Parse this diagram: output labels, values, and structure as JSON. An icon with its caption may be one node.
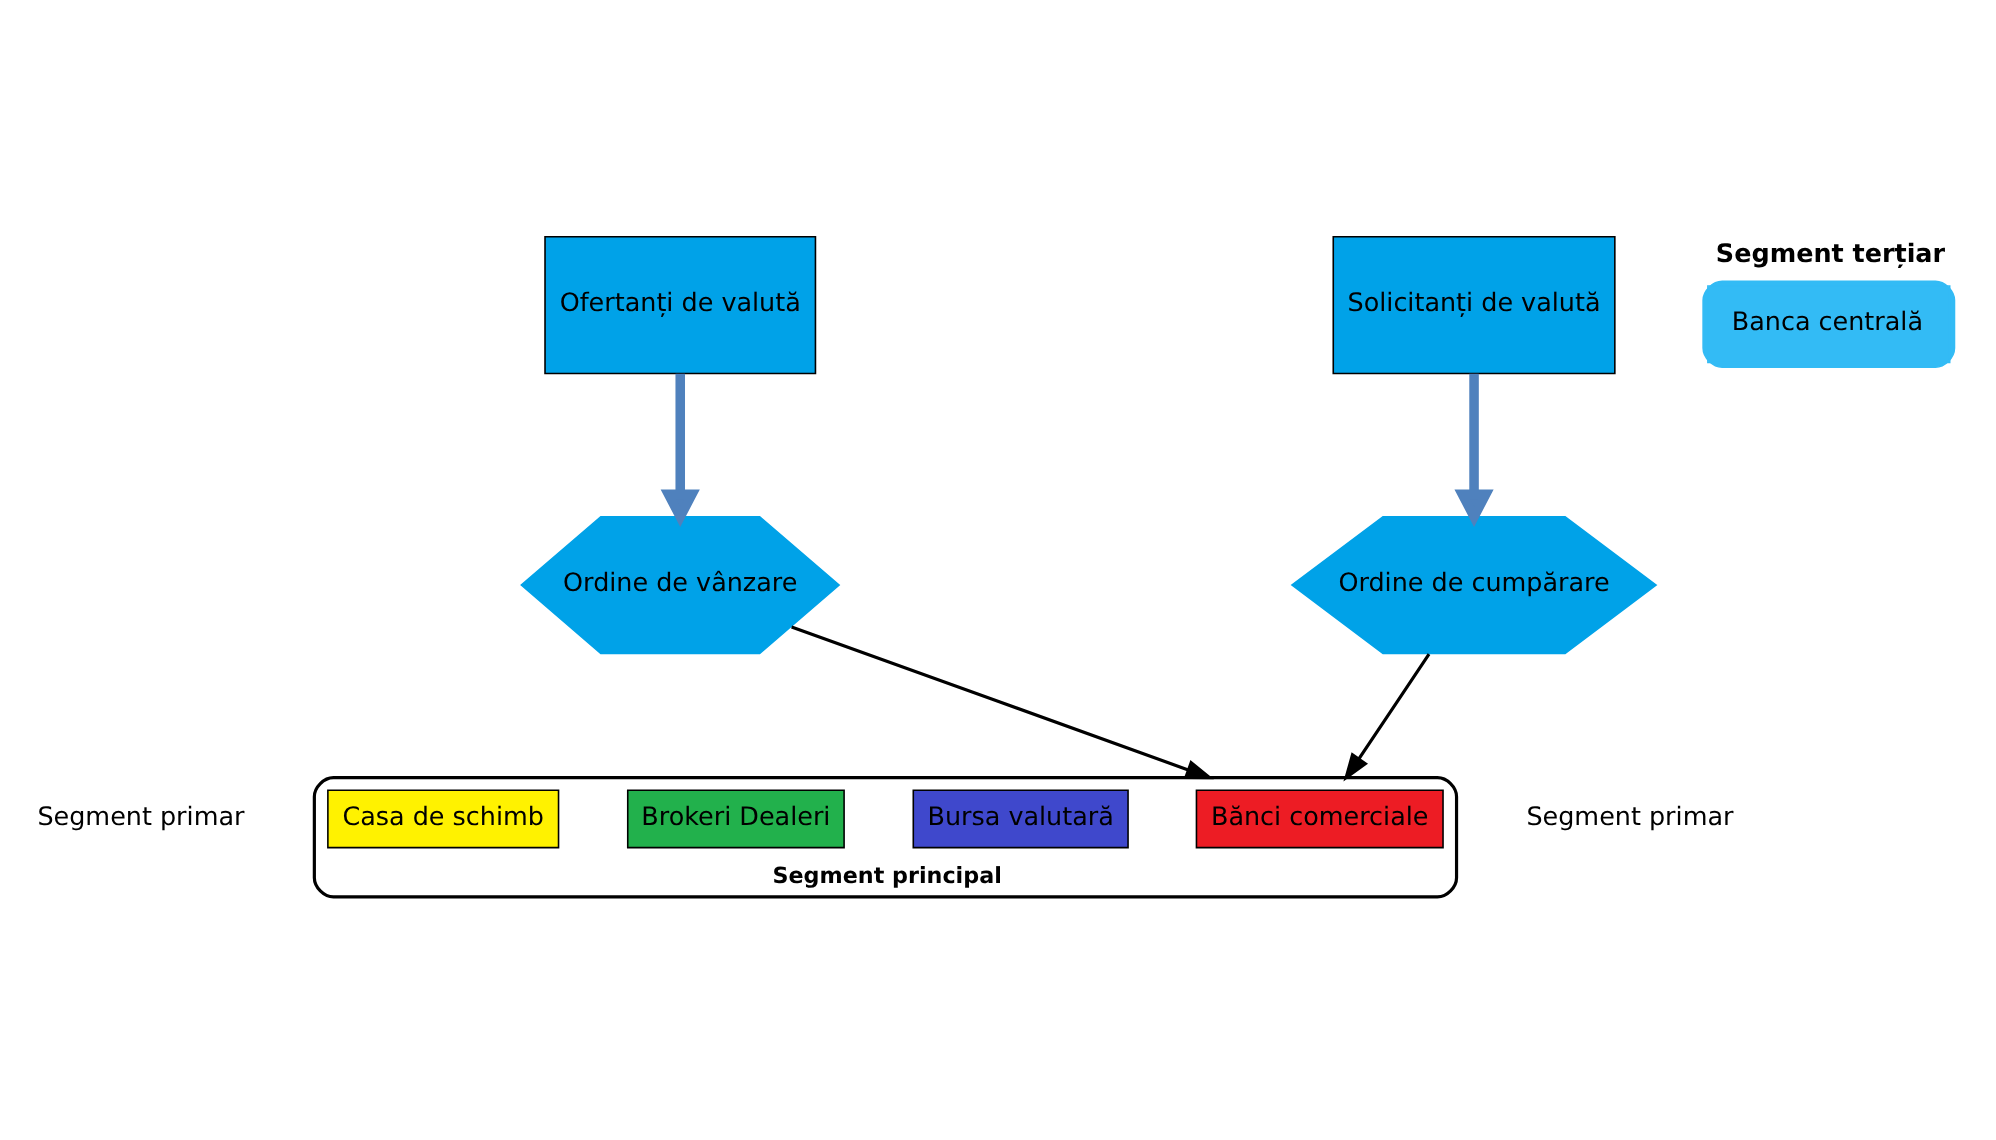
{
  "diagram": {
    "nodes": [
      {
        "text": [
          "Ofertanți de valută"
        ]
      },
      {
        "text": [
          "Segment terțiar",
          "Banca centrală"
        ]
      },
      {
        "text": [
          "Solicitanți de valută"
        ]
      },
      {
        "text": [
          "Ordine de vânzare"
        ]
      },
      {
        "text": [
          "Ordine de cumpărare"
        ]
      },
      {
        "text": [
          "Segment principal"
        ]
      },
      {
        "text": [
          "Bănci comerciale"
        ],
        "in": 5
      },
      {
        "text": [
          "Bursa valutară"
        ],
        "in": 5
      },
      {
        "text": [
          "Brokeri Dealeri"
        ],
        "in": 5
      },
      {
        "text": [
          "Casa de schimb"
        ],
        "in": 5
      }
    ],
    "edges": [
      {
        "from": 0,
        "to": 3,
        "arrow": "to",
        "style": "thick",
        "color": "#4f81bd"
      },
      {
        "from": 2,
        "to": 4,
        "arrow": "to",
        "style": "thick",
        "color": "#4f81bd"
      },
      {
        "from": 3,
        "to": 5,
        "arrow": "to",
        "color": "#000000"
      },
      {
        "from": 4,
        "to": 5,
        "arrow": "to",
        "color": "#000000"
      }
    ],
    "labels": [
      "Segment primar",
      "Segment primar"
    ]
  }
}
